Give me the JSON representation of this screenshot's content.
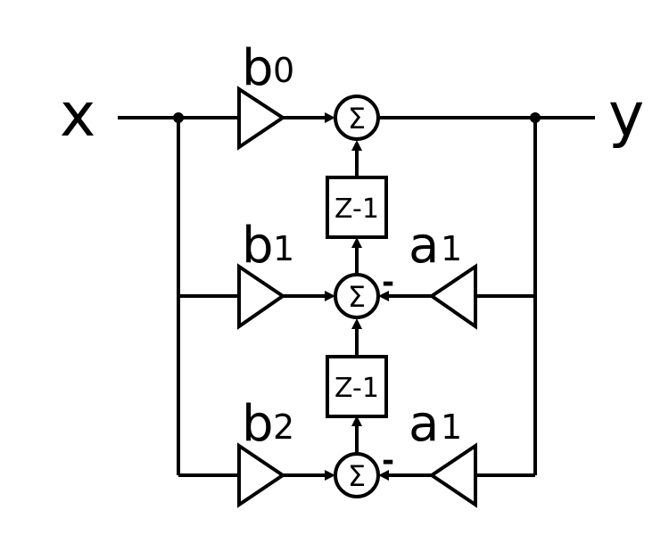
{
  "labels": {
    "input": "x",
    "output": "y",
    "b0_base": "b",
    "b0_sub": "0",
    "b1_base": "b",
    "b1_sub": "1",
    "b2_base": "b",
    "b2_sub": "2",
    "a_mid_base": "a",
    "a_mid_sub": "1",
    "a_bot_base": "a",
    "a_bot_sub": "1",
    "delay_mid": "Z-1",
    "delay_bot": "Z-1",
    "sum_symbol": "Σ",
    "minus_sign": "-"
  }
}
